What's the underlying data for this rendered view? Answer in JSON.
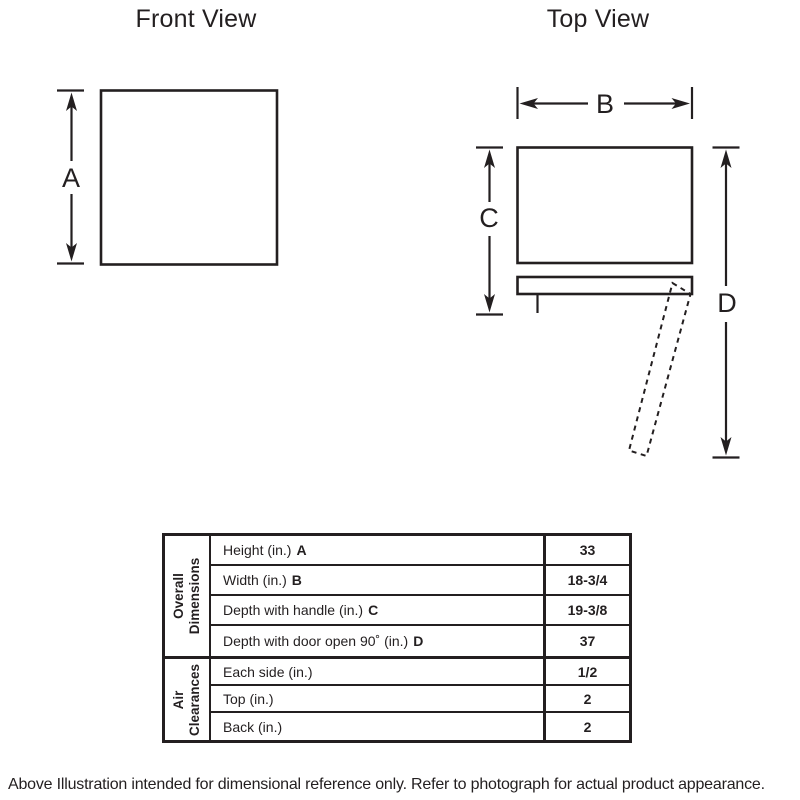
{
  "colors": {
    "line": "#231f20",
    "background": "#ffffff"
  },
  "front_view": {
    "title": "Front View",
    "labels": {
      "a": "A"
    }
  },
  "top_view": {
    "title": "Top View",
    "labels": {
      "b": "B",
      "c": "C",
      "d": "D"
    }
  },
  "table": {
    "sections": [
      {
        "header_line1": "Overall",
        "header_line2": "Dimensions",
        "rows": [
          {
            "label": "Height (in.)",
            "key": "A",
            "value": "33"
          },
          {
            "label": "Width (in.)",
            "key": "B",
            "value": "18-3/4"
          },
          {
            "label": "Depth with handle (in.)",
            "key": "C",
            "value": "19-3/8"
          },
          {
            "label": "Depth with door open 90˚ (in.)",
            "key": "D",
            "value": "37"
          }
        ]
      },
      {
        "header_line1": "Air",
        "header_line2": "Clearances",
        "rows": [
          {
            "label": "Each side (in.)",
            "key": "",
            "value": "1/2"
          },
          {
            "label": "Top (in.)",
            "key": "",
            "value": "2"
          },
          {
            "label": "Back (in.)",
            "key": "",
            "value": "2"
          }
        ]
      }
    ]
  },
  "footer": {
    "note": "Above Illustration intended for dimensional reference only. Refer to photograph for actual product appearance."
  }
}
